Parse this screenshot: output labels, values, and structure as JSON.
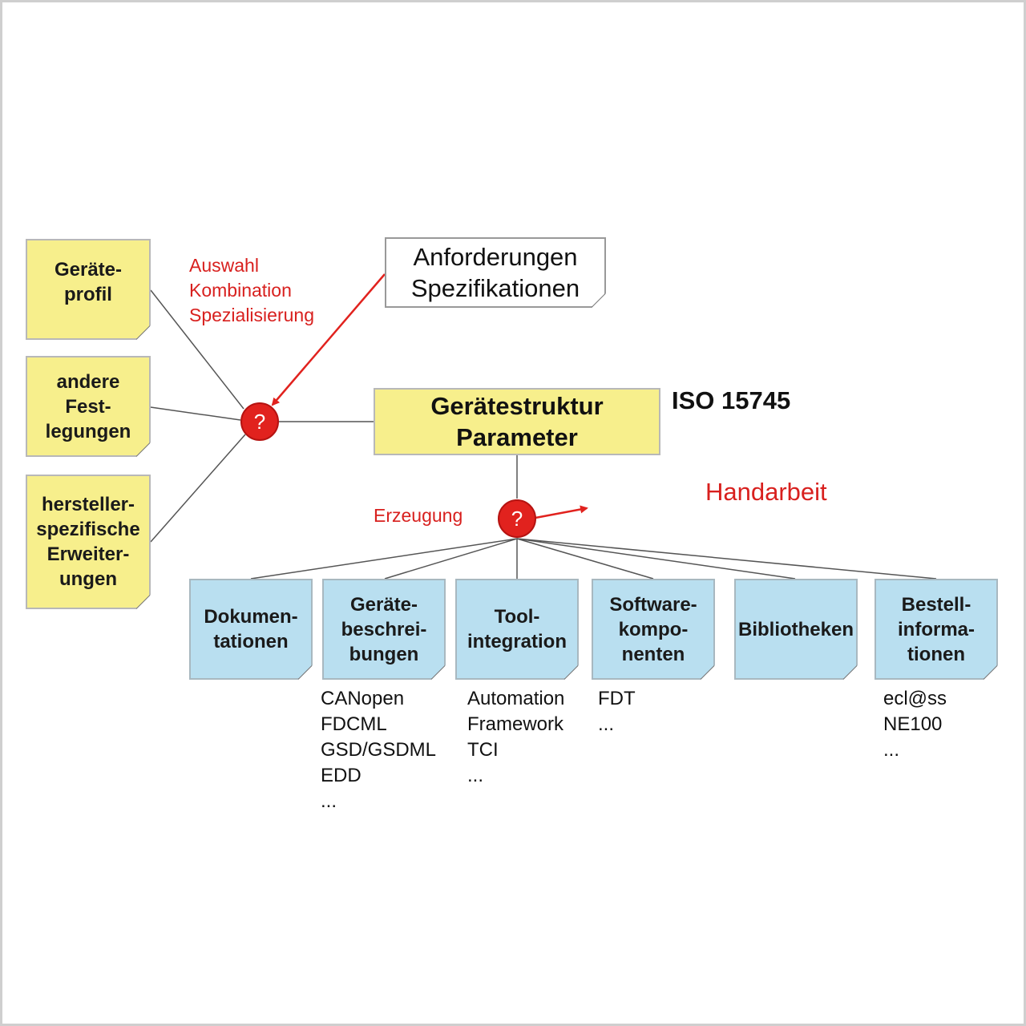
{
  "inputs": {
    "geraeteprofil": "Geräte-\nprofil",
    "andere": "andere\nFest-\nlegungen",
    "hersteller": "hersteller-\nspezifische\nErweiter-\nungen"
  },
  "labels": {
    "auswahl": "Auswahl\nKombination\nSpezialisierung",
    "anforderungen": "Anforderungen\nSpezifikationen",
    "geraetestruktur": "Gerätestruktur\nParameter",
    "iso": "ISO 15745",
    "handarbeit": "Handarbeit",
    "erzeugung": "Erzeugung",
    "question_mark": "?"
  },
  "outputs": [
    {
      "label": "Dokumen-\ntationen",
      "examples": ""
    },
    {
      "label": "Geräte-\nbeschrei-\nbungen",
      "examples": "CANopen\nFDCML\nGSD/GSDML\nEDD\n..."
    },
    {
      "label": "Tool-\nintegration",
      "examples": "Automation\n Framework\nTCI\n..."
    },
    {
      "label": "Software-\nkompo-\nnenten",
      "examples": "FDT\n..."
    },
    {
      "label": "Bibliotheken",
      "examples": ""
    },
    {
      "label": "Bestell-\ninforma-\ntionen",
      "examples": "ecl@ss\nNE100\n..."
    }
  ],
  "colors": {
    "input_box": "#f7ef8c",
    "output_box": "#b9dff0",
    "accent_red": "#e1221e"
  }
}
